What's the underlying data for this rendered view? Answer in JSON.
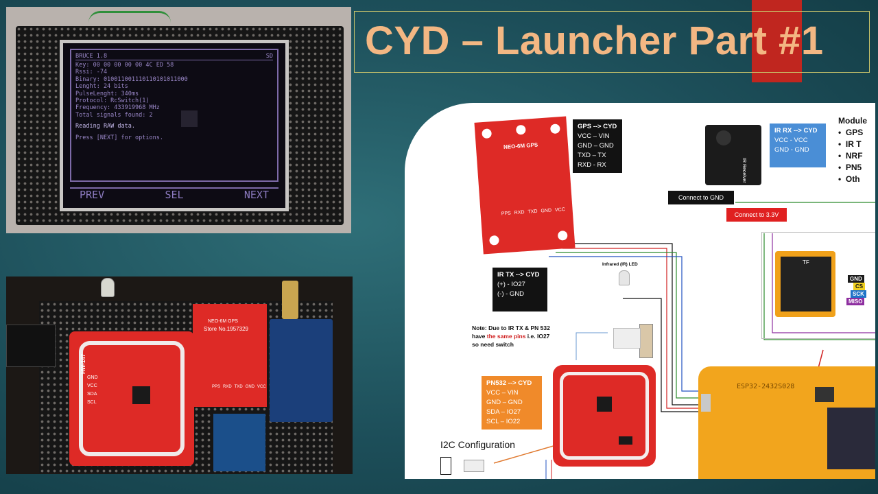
{
  "title": "CYD – Launcher Part #1",
  "screen": {
    "header_left": "BRUCE 1.8",
    "header_right": "SD",
    "lines": [
      "Key: 00 00 00 00 00 4C ED 58",
      "Rssi: -74",
      "Binary: 010011001110110101011000",
      "Lenght: 24 bits",
      "PulseLenght: 340ms",
      "Protocol: RcSwitch(1)",
      "Frequency: 433919968 MHz",
      "Total signals found: 2",
      "Reading RAW data.",
      "Press [NEXT] for options."
    ],
    "buttons": [
      "PREV",
      "SEL",
      "NEXT"
    ]
  },
  "photo_bottom": {
    "rfid_board_label": "HW-147",
    "rfid_pins": [
      "GND",
      "VCC",
      "SDA",
      "SCL"
    ],
    "gps_label": "NEO-6M GPS",
    "gps_store": "Store No.1957329",
    "gps_pins": [
      "PPS",
      "RXD",
      "TXD",
      "GND",
      "VCC"
    ]
  },
  "diagram": {
    "gps_board_label": "NEO-6M GPS",
    "gps_pins": [
      "PPS",
      "RXD",
      "TXD",
      "GND",
      "VCC"
    ],
    "gps_box": [
      "GPS --> CYD",
      "VCC – VIN",
      "GND – GND",
      "TXD – TX",
      "RXD - RX"
    ],
    "ir_receiver_label": "IR Receiver",
    "ir_rx_box": [
      "IR RX --> CYD",
      "VCC - VCC",
      "GND - GND"
    ],
    "connect_gnd": "Connect to GND",
    "connect_3v3": "Connect to 3.3V",
    "modules_title": "Module",
    "modules": [
      "GPS",
      "IR T",
      "NRF",
      "PN5",
      "Oth"
    ],
    "ir_tx_box": [
      "IR TX --> CYD",
      "(+) - IO27",
      "(-) - GND"
    ],
    "ir_led_label": "Infrared (IR) LED",
    "note_prefix": "Note: Due to IR TX & PN 532 have ",
    "note_highlight": "the same pins",
    "note_suffix": " i.e. IO27 so need switch",
    "pn532_box": [
      "PN532 --> CYD",
      "VCC – VIN",
      "GND – GND",
      "SDA – IO27",
      "SCL – IO22"
    ],
    "i2c_label": "I2C Configuration",
    "sd_label": "TF",
    "sd_tags": [
      "GND",
      "CS",
      "SCK",
      "MISO"
    ],
    "sd_tag_colors": [
      "#1b1b1b",
      "#f0d020",
      "#1f74c8",
      "#8e2fa0"
    ],
    "esp_label": "ESP32-2432S028"
  }
}
